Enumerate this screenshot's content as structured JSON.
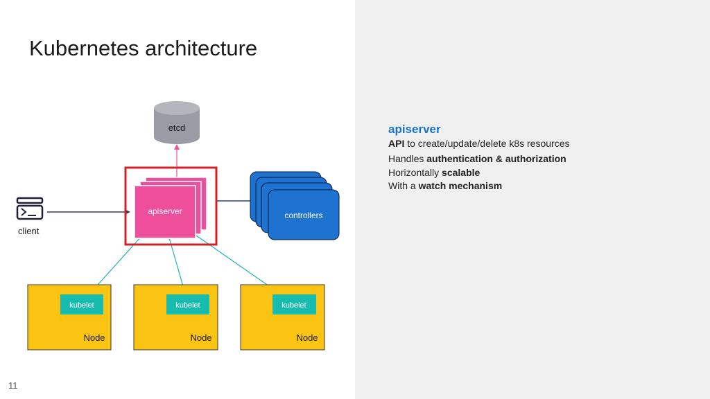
{
  "slide": {
    "title": "Kubernetes architecture",
    "page_number": "11"
  },
  "diagram": {
    "etcd_label": "etcd",
    "apiserver_label": "apiserver",
    "controllers_label": "controllers",
    "client_label": "client",
    "nodes": [
      {
        "label": "Node",
        "kubelet_label": "kubelet"
      },
      {
        "label": "Node",
        "kubelet_label": "kubelet"
      },
      {
        "label": "Node",
        "kubelet_label": "kubelet"
      }
    ],
    "colors": {
      "etcd": "#9a9ca5",
      "apiserver": "#ee4f9d",
      "highlight": "#d0202a",
      "controllers": "#1f73d0",
      "node": "#fbc412",
      "kubelet": "#18bcaf",
      "connector": "#22b3b3"
    }
  },
  "info": {
    "heading": "apiserver",
    "lines": [
      {
        "plain_before": "",
        "bold": "API",
        "plain_after": " to create/update/delete k8s resources"
      },
      {
        "plain_before": "Handles ",
        "bold": "authentication & authorization",
        "plain_after": ""
      },
      {
        "plain_before": "Horizontally ",
        "bold": "scalable",
        "plain_after": ""
      },
      {
        "plain_before": "With a ",
        "bold": "watch mechanism",
        "plain_after": ""
      }
    ]
  }
}
